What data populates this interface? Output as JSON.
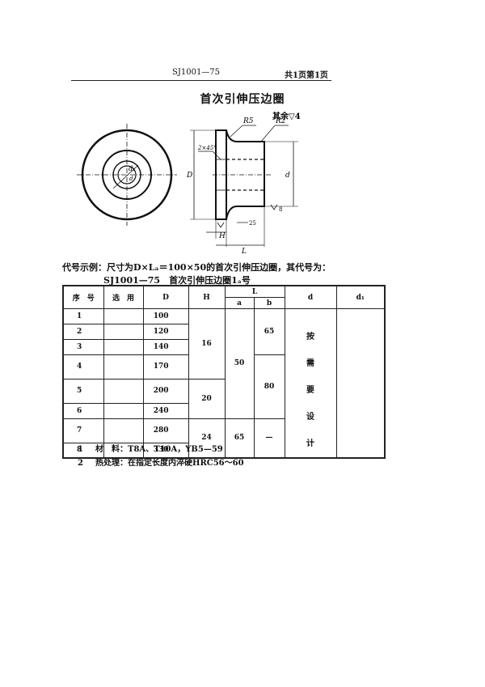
{
  "header": {
    "doc_code": "SJ1001—75",
    "page_info": "共1页第1页"
  },
  "title": "首次引伸压边圈",
  "drawing": {
    "roughness": "其余▽4",
    "r5": "R5",
    "r2": "R2",
    "chamfer": "2×45°",
    "dim_D": "D",
    "dim_d": "d",
    "dim_d1": "d₁",
    "dim_H": "H",
    "dim_L": "L",
    "finish_25": "25",
    "finish_8": "8"
  },
  "example": {
    "line1": "代号示例：尺寸为D×Lₐ＝100×50的首次引伸压边圈，其代号为：",
    "line2": "SJ1001—75　首次引伸压边圈1ₐ号"
  },
  "table": {
    "headers": {
      "seq": "序　号",
      "select": "选　用",
      "D": "D",
      "H": "H",
      "L": "L",
      "a": "a",
      "b": "b",
      "d": "d",
      "d1": "d₁"
    },
    "rows": [
      {
        "no": "1",
        "D": "100"
      },
      {
        "no": "2",
        "D": "120"
      },
      {
        "no": "3",
        "D": "140"
      },
      {
        "no": "4",
        "D": "170"
      },
      {
        "no": "5",
        "D": "200"
      },
      {
        "no": "6",
        "D": "240"
      },
      {
        "no": "7",
        "D": "280"
      },
      {
        "no": "8",
        "D": "330"
      }
    ],
    "H_groups": [
      "16",
      "20",
      "24"
    ],
    "a_groups": [
      "50",
      "65"
    ],
    "b_groups": [
      "65",
      "80",
      "—"
    ],
    "d_note": "按\n需\n要\n设\n计"
  },
  "notes": [
    {
      "no": "1",
      "text": "材　料：T8A、T10A，YB5—59"
    },
    {
      "no": "2",
      "text": "热处理：在指定长度内淬硬HRC56～60"
    }
  ]
}
